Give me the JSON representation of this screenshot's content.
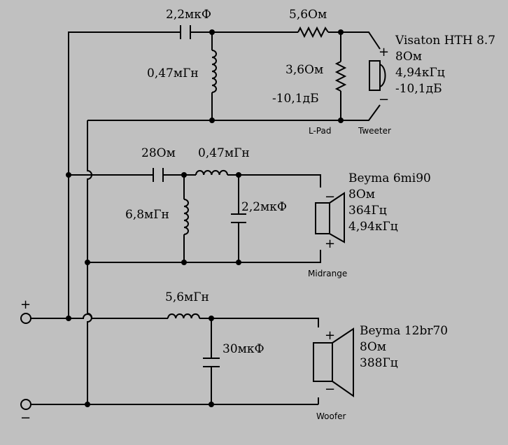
{
  "terminals": {
    "plus": "+",
    "minus": "−"
  },
  "tweeter_section": {
    "capacitor": "2,2мкФ",
    "inductor": "0,47мГн",
    "lpad_series": "5,6Ом",
    "lpad_shunt": "3,6Ом",
    "attenuation": "-10,1дБ",
    "lpad_label": "L-Pad",
    "speaker_label": "Tweeter",
    "speaker": {
      "name": "Visaton HTH 8.7",
      "impedance": "8Ом",
      "freq": "4,94кГц",
      "attenuation": "-10,1дБ"
    },
    "polarity_plus": "+",
    "polarity_minus": "−"
  },
  "midrange_section": {
    "resistor": "28Ом",
    "series_inductor": "0,47мГн",
    "shunt_inductor": "6,8мГн",
    "capacitor": "2,2мкФ",
    "speaker_label": "Midrange",
    "speaker": {
      "name": "Beyma 6mi90",
      "impedance": "8Ом",
      "freq_low": "364Гц",
      "freq_high": "4,94кГц"
    },
    "polarity_plus": "+",
    "polarity_minus": "−"
  },
  "woofer_section": {
    "inductor": "5,6мГн",
    "capacitor": "30мкФ",
    "speaker_label": "Woofer",
    "speaker": {
      "name": "Beyma 12br70",
      "impedance": "8Ом",
      "freq": "388Гц"
    },
    "polarity_plus": "+",
    "polarity_minus": "−"
  }
}
